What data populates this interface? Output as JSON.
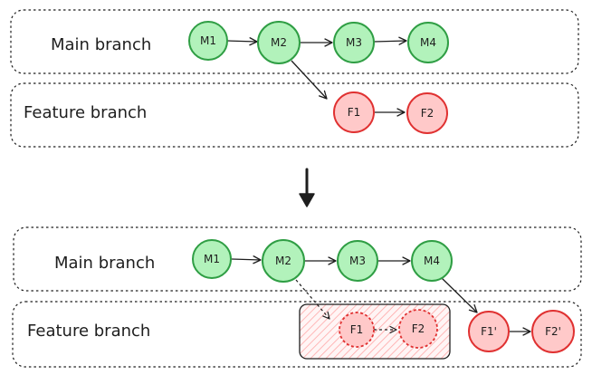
{
  "colors": {
    "main_fill": "#b2f2bb",
    "main_stroke": "#2f9e44",
    "feature_fill": "#ffc9c9",
    "feature_stroke": "#e03131",
    "ink": "#1e1e1e",
    "hatch": "#e03131"
  },
  "before": {
    "main_lane_label": "Main branch",
    "feature_lane_label": "Feature branch",
    "main_nodes": [
      "M1",
      "M2",
      "M3",
      "M4"
    ],
    "feature_nodes": [
      "F1",
      "F2"
    ]
  },
  "transition": {
    "icon": "arrow-down-icon"
  },
  "after": {
    "main_lane_label": "Main branch",
    "feature_lane_label": "Feature branch",
    "main_nodes": [
      "M1",
      "M2",
      "M3",
      "M4"
    ],
    "old_feature_nodes": [
      "F1",
      "F2"
    ],
    "rebased_feature_nodes": [
      "F1'",
      "F2'"
    ]
  }
}
